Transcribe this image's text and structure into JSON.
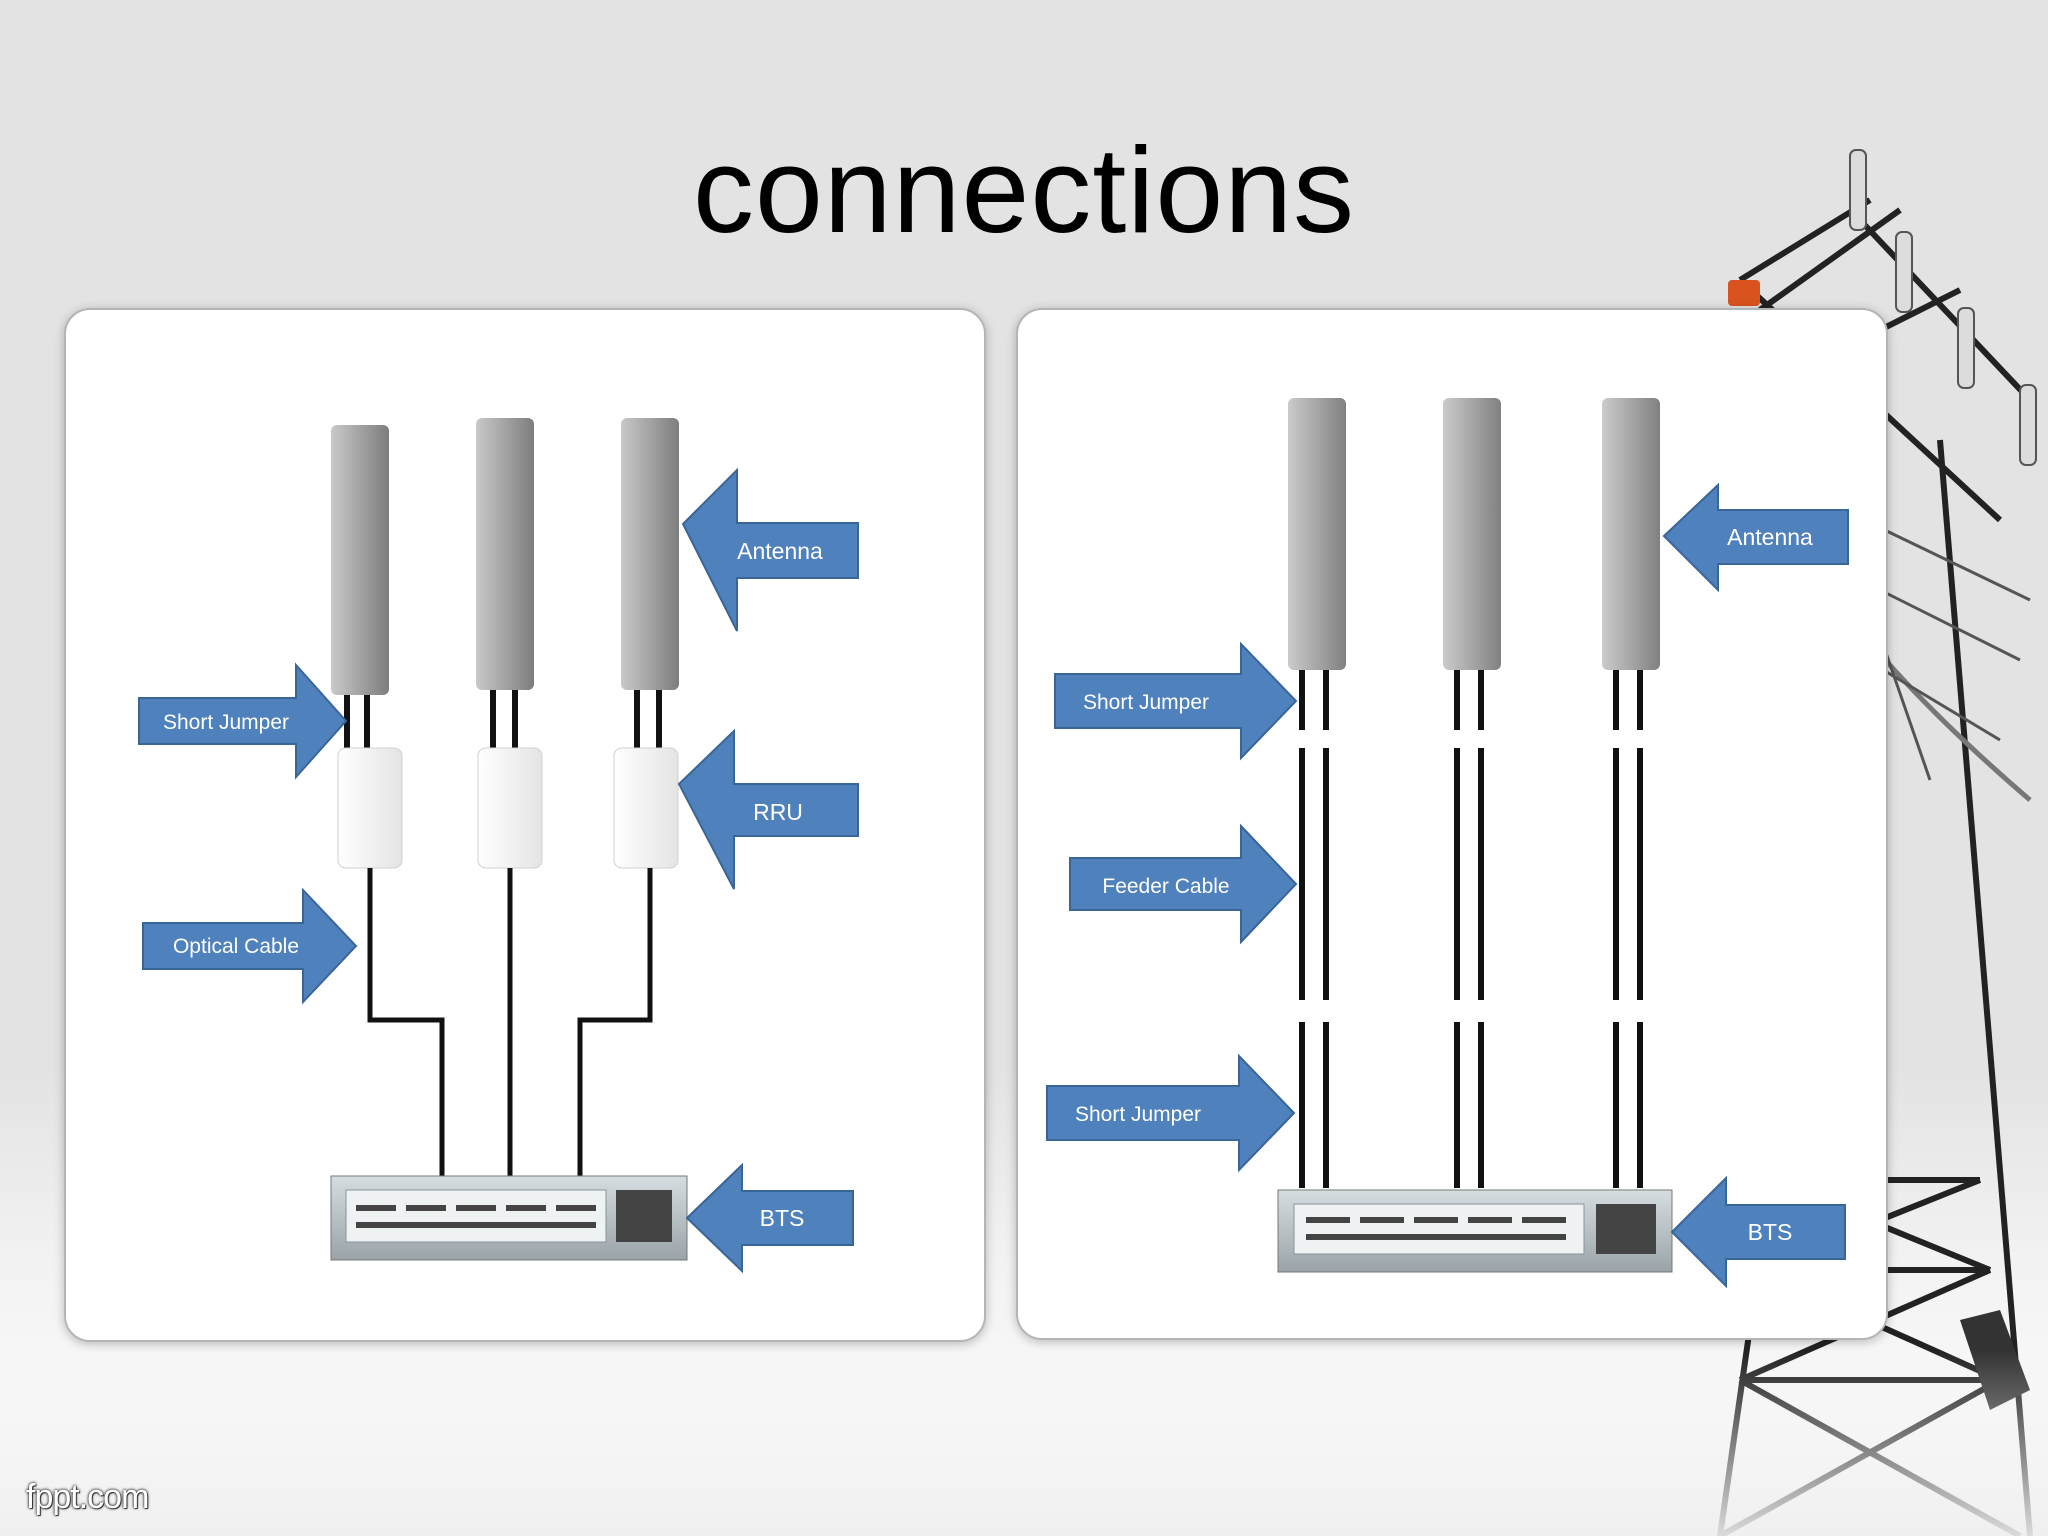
{
  "slide": {
    "title": "connections",
    "brand": "fppt.com"
  },
  "left_diagram": {
    "labels": {
      "antenna": "Antenna",
      "short_jumper": "Short Jumper",
      "rru": "RRU",
      "optical_cable": "Optical Cable",
      "bts": "BTS"
    }
  },
  "right_diagram": {
    "labels": {
      "antenna": "Antenna",
      "short_jumper_top": "Short Jumper",
      "feeder_cable": "Feeder Cable",
      "short_jumper_bottom": "Short Jumper",
      "bts": "BTS"
    }
  },
  "colors": {
    "arrow_fill": "#4f81bd",
    "arrow_stroke": "#3a6597",
    "cable": "#111111",
    "antenna": "#9c9c9c",
    "rru": "#f4f4f4",
    "bts": "#bfc8cc"
  },
  "icons": [
    "tower-icon",
    "satellite-dish-icon"
  ]
}
